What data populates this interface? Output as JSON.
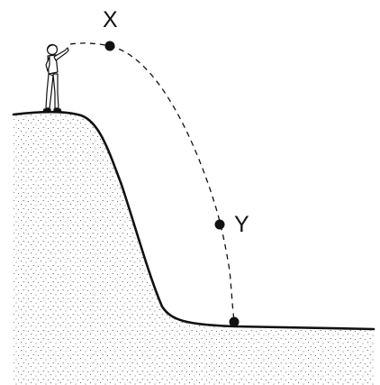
{
  "diagram": {
    "labels": {
      "x": "X",
      "y": "Y"
    },
    "colors": {
      "ink": "#111111",
      "background": "#ffffff"
    },
    "elements": [
      "person-icon",
      "cliff-profile",
      "dashed-trajectory",
      "point-x",
      "point-y",
      "landing-point"
    ]
  }
}
